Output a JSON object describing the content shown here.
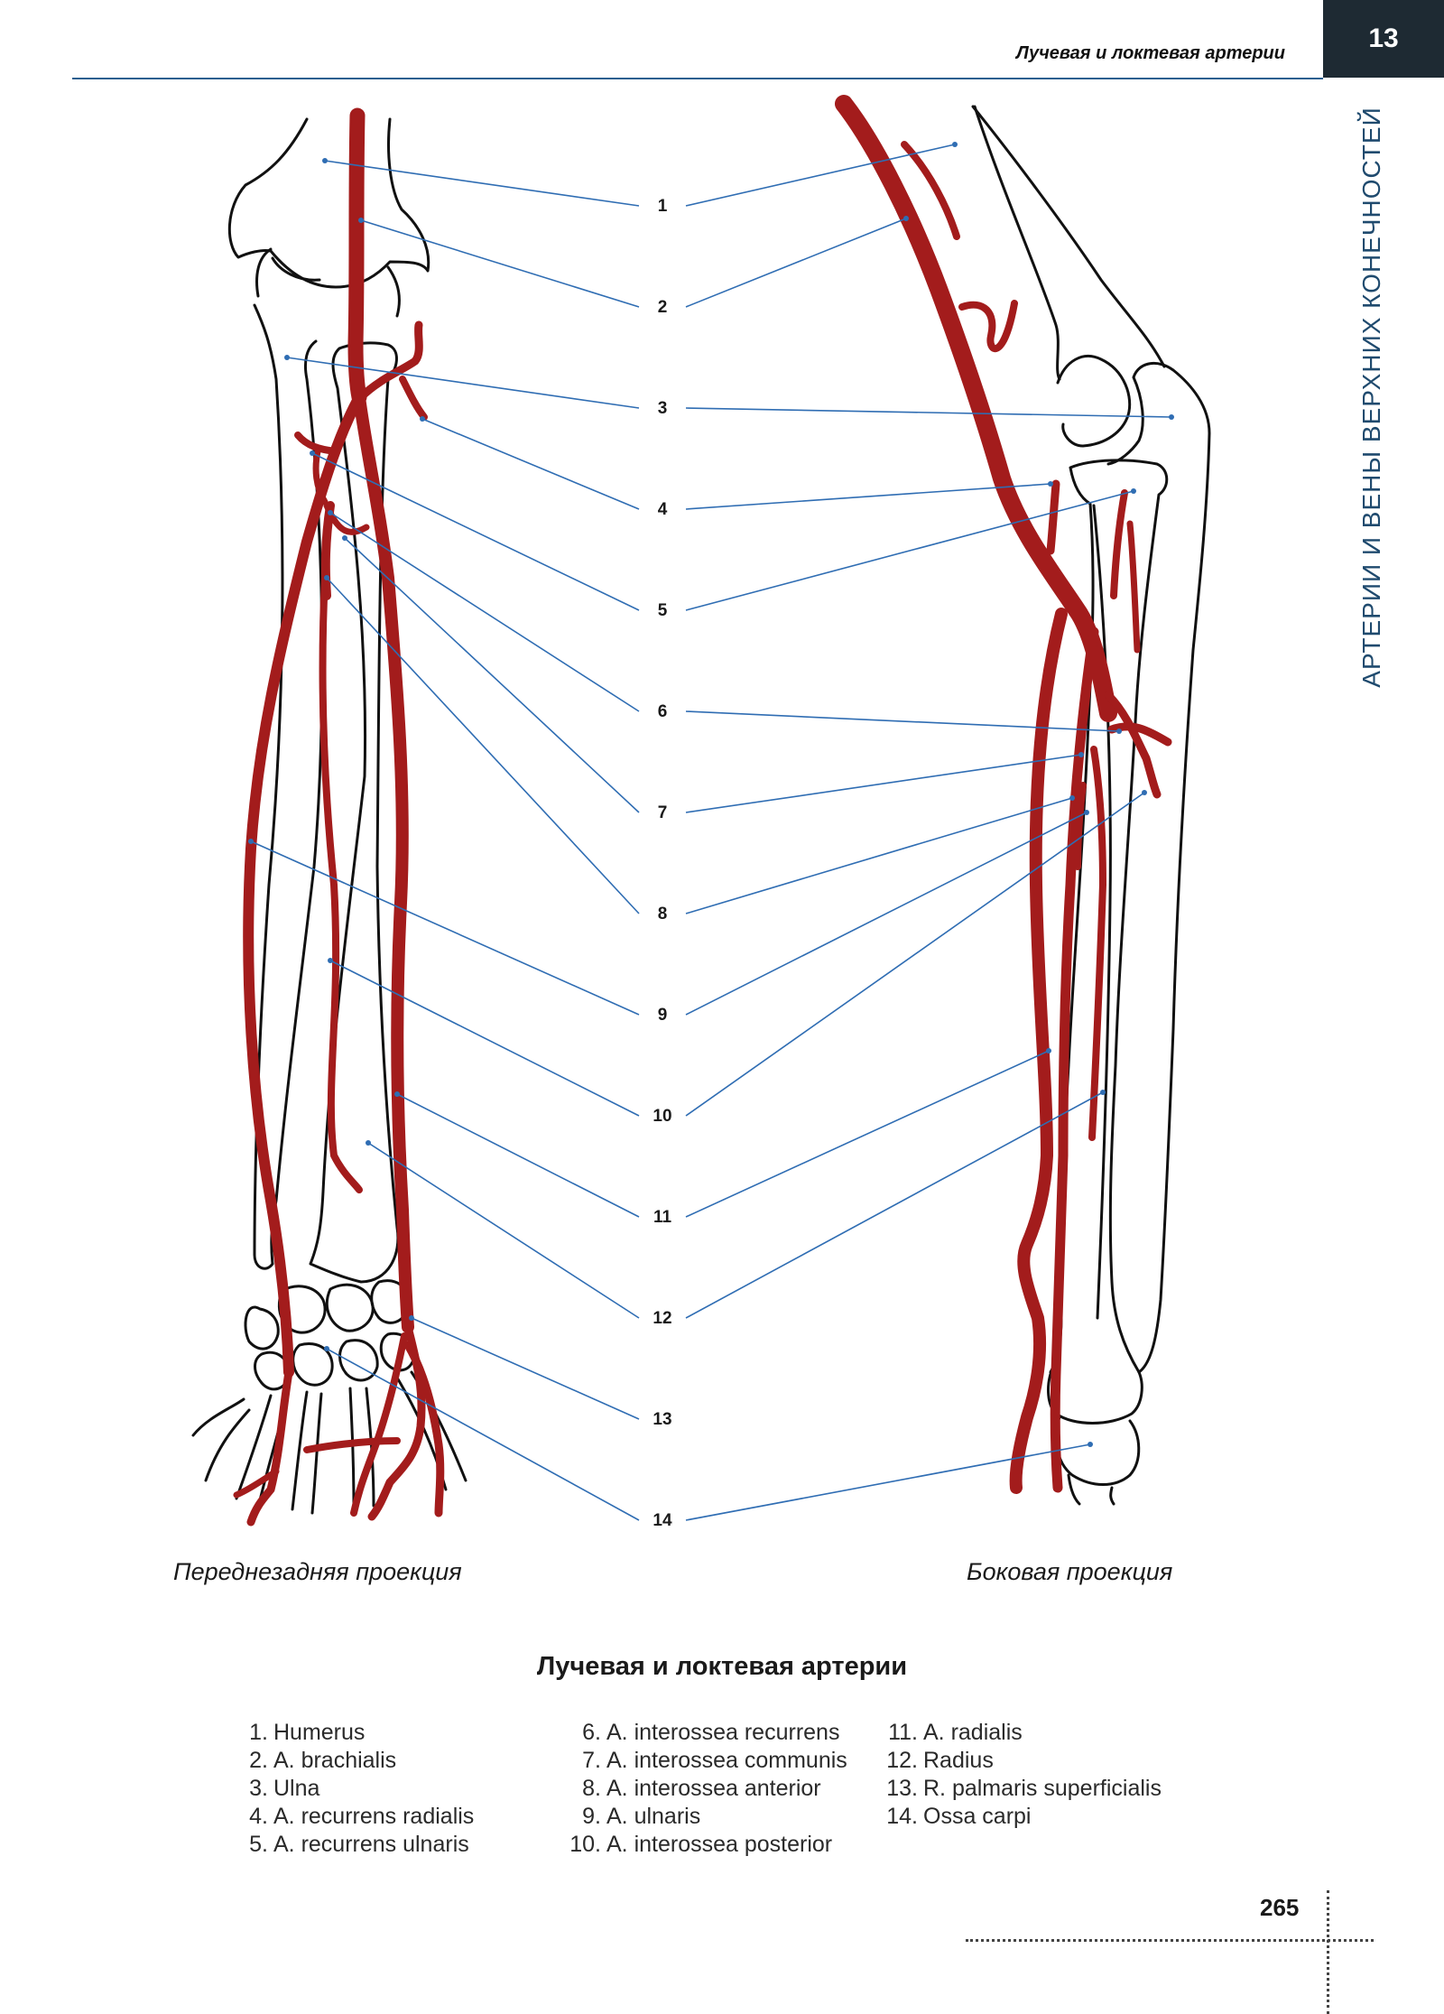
{
  "header": {
    "title": "Лучевая и локтевая артерии",
    "chapter_number": "13",
    "side_title": "АРТЕРИИ И ВЕНЫ ВЕРХНИХ КОНЕЧНОСТЕЙ"
  },
  "colors": {
    "artery": "#a31c1c",
    "leader": "#2f6db3",
    "bone": "#111111",
    "tab": "#1e2a33"
  },
  "labels": [
    "1",
    "2",
    "3",
    "4",
    "5",
    "6",
    "7",
    "8",
    "9",
    "10",
    "11",
    "12",
    "13",
    "14"
  ],
  "captions": {
    "left": "Переднезадняя проекция",
    "right": "Боковая проекция"
  },
  "figure_title": "Лучевая и локтевая артерии",
  "legend": [
    {
      "n": "1.",
      "text": "Humerus"
    },
    {
      "n": "2.",
      "text": "A. brachialis"
    },
    {
      "n": "3.",
      "text": "Ulna"
    },
    {
      "n": "4.",
      "text": "A. recurrens radialis"
    },
    {
      "n": "5.",
      "text": "A. recurrens ulnaris"
    },
    {
      "n": "6.",
      "text": "A. interossea recurrens"
    },
    {
      "n": "7.",
      "text": "A. interossea communis"
    },
    {
      "n": "8.",
      "text": "A. interossea anterior"
    },
    {
      "n": "9.",
      "text": "A. ulnaris"
    },
    {
      "n": "10.",
      "text": "A. interossea posterior"
    },
    {
      "n": "11.",
      "text": "A. radialis"
    },
    {
      "n": "12.",
      "text": "Radius"
    },
    {
      "n": "13.",
      "text": "R. palmaris superficialis"
    },
    {
      "n": "14.",
      "text": "Ossa carpi"
    }
  ],
  "page_number": "265"
}
